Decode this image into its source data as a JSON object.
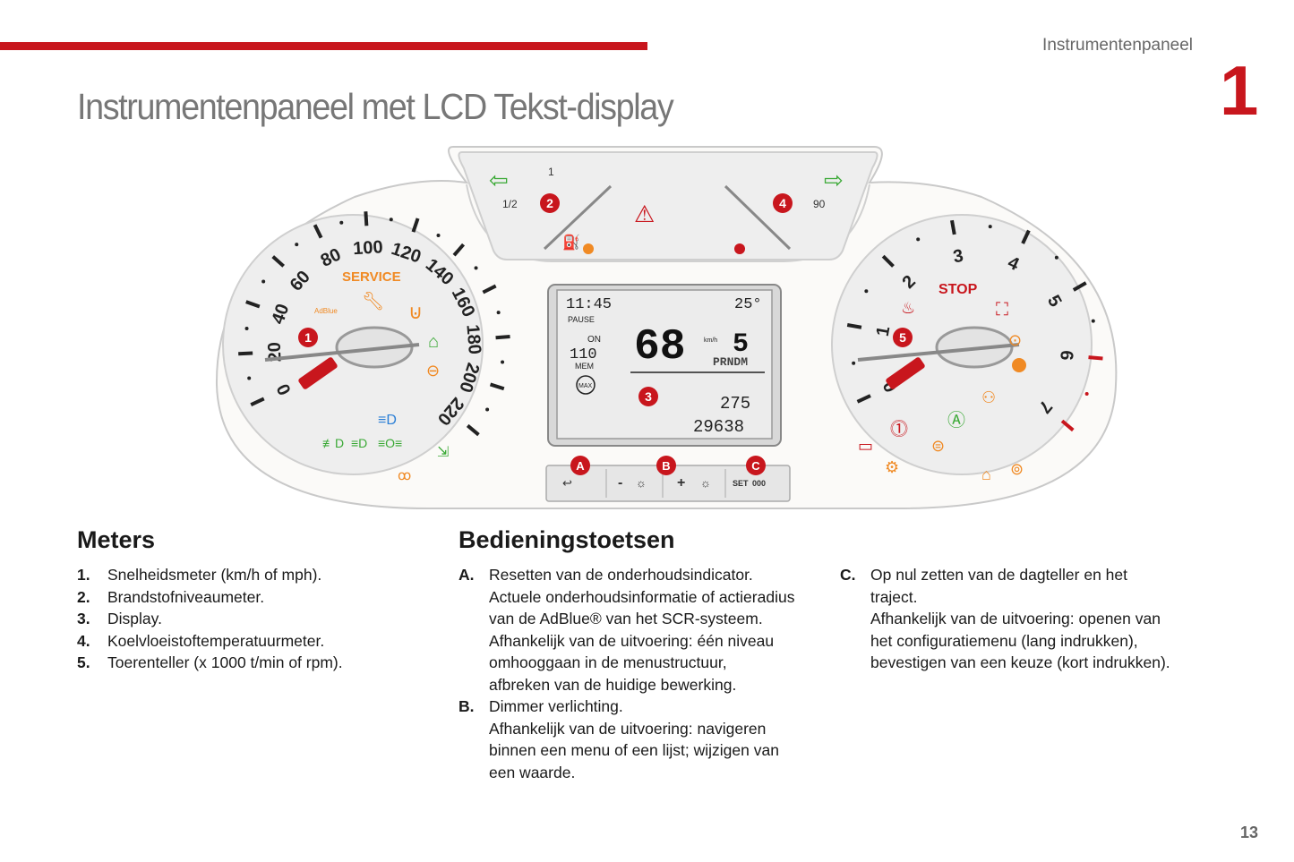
{
  "header": {
    "section": "Instrumentenpaneel",
    "chapter": "1",
    "title": "Instrumentenpaneel met LCD Tekst-display"
  },
  "cluster": {
    "speedo_ticks": [
      "0",
      "20",
      "40",
      "60",
      "80",
      "100",
      "120",
      "140",
      "160",
      "180",
      "200",
      "220"
    ],
    "tacho_ticks": [
      "0",
      "1",
      "2",
      "3",
      "4",
      "5",
      "6",
      "7"
    ],
    "fuel_labels": [
      "1/2",
      "1"
    ],
    "temp_label": "90",
    "service_text": "SERVICE",
    "stop_text": "STOP",
    "adblue_text": "AdBlue",
    "lcd": {
      "time": "11:45",
      "temp": "25°",
      "pause": "PAUSE",
      "on": "ON",
      "speed_limit": "110",
      "mem": "MEM",
      "max": "MAX",
      "speed": "68",
      "speed_unit": "km/h",
      "gear": "5",
      "gears": "PRNDM",
      "range": "275",
      "odometer": "29638"
    },
    "callouts": [
      "1",
      "2",
      "3",
      "4",
      "5"
    ],
    "buttons": [
      "A",
      "B",
      "C"
    ],
    "button_symbols": {
      "minus": "-",
      "plus": "+",
      "set": "SET",
      "zeros": "000"
    }
  },
  "meters": {
    "heading": "Meters",
    "items": [
      {
        "key": "1.",
        "text": "Snelheidsmeter (km/h of mph)."
      },
      {
        "key": "2.",
        "text": "Brandstofniveaumeter."
      },
      {
        "key": "3.",
        "text": "Display."
      },
      {
        "key": "4.",
        "text": "Koelvloeistoftemperatuurmeter."
      },
      {
        "key": "5.",
        "text": "Toerenteller (x 1000 t/min of rpm)."
      }
    ]
  },
  "controls": {
    "heading": "Bedieningstoetsen",
    "items": [
      {
        "key": "A.",
        "text": "Resetten van de onderhoudsindicator.\nActuele onderhoudsinformatie of actieradius\nvan de AdBlue® van het SCR-systeem.\nAfhankelijk van de uitvoering: één niveau\nomhooggaan in de menustructuur,\nafbreken van de huidige bewerking."
      },
      {
        "key": "B.",
        "text": "Dimmer verlichting.\nAfhankelijk van de uitvoering: navigeren\nbinnen een menu of een lijst; wijzigen van\neen waarde."
      },
      {
        "key": "C.",
        "text": "Op nul zetten van de dagteller en het\ntraject.\nAfhankelijk van de uitvoering: openen van\nhet configuratiemenu (lang indrukken),\nbevestigen van een keuze (kort indrukken)."
      }
    ]
  },
  "page_number": "13",
  "colors": {
    "accent": "#c8161d",
    "warn_orange": "#f08a24",
    "ok_green": "#3aa935",
    "info_blue": "#2b7fd6"
  }
}
